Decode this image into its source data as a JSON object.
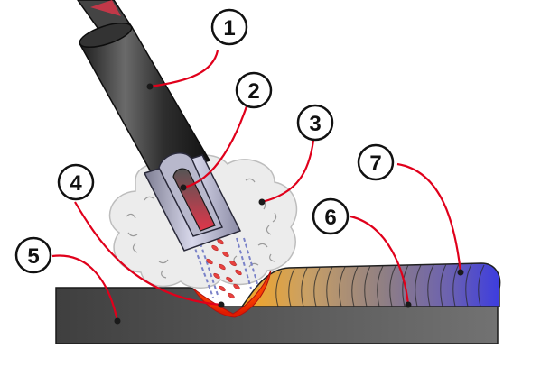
{
  "callouts": [
    {
      "id": "1",
      "label": "1"
    },
    {
      "id": "2",
      "label": "2"
    },
    {
      "id": "3",
      "label": "3"
    },
    {
      "id": "4",
      "label": "4"
    },
    {
      "id": "5",
      "label": "5"
    },
    {
      "id": "6",
      "label": "6"
    },
    {
      "id": "7",
      "label": "7"
    }
  ],
  "colors": {
    "leader_line": "#e0001b",
    "base_metal": "#5f5f5f",
    "electrode_dark": "#2b2b2b",
    "molten_pool": "#ff3300",
    "bead_hot": "#f2a83a",
    "bead_cool": "#4a4ad8",
    "shielding_gas": "#e3e3e3"
  }
}
